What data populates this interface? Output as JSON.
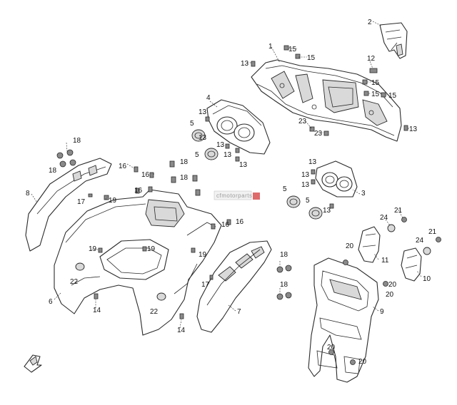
{
  "callouts": [
    {
      "id": "c2",
      "text": "2"
    },
    {
      "id": "c1",
      "text": "1"
    },
    {
      "id": "c15a",
      "text": "15"
    },
    {
      "id": "c15b",
      "text": "15"
    },
    {
      "id": "c13a",
      "text": "13"
    },
    {
      "id": "c12",
      "text": "12"
    },
    {
      "id": "c15c",
      "text": "15"
    },
    {
      "id": "c15d",
      "text": "15"
    },
    {
      "id": "c15e",
      "text": "15"
    },
    {
      "id": "c23a",
      "text": "23"
    },
    {
      "id": "c23b",
      "text": "23"
    },
    {
      "id": "c13b",
      "text": "13"
    },
    {
      "id": "c4",
      "text": "4"
    },
    {
      "id": "c13c",
      "text": "13"
    },
    {
      "id": "c5a",
      "text": "5"
    },
    {
      "id": "c13d",
      "text": "13"
    },
    {
      "id": "c13e",
      "text": "13"
    },
    {
      "id": "c5b",
      "text": "5"
    },
    {
      "id": "c13f",
      "text": "13"
    },
    {
      "id": "c13g",
      "text": "13"
    },
    {
      "id": "c18a",
      "text": "18"
    },
    {
      "id": "c18b",
      "text": "18"
    },
    {
      "id": "c16a",
      "text": "16"
    },
    {
      "id": "c16b",
      "text": "16"
    },
    {
      "id": "c16c",
      "text": "16"
    },
    {
      "id": "c18c",
      "text": "18"
    },
    {
      "id": "c18d",
      "text": "18"
    },
    {
      "id": "c8",
      "text": "8"
    },
    {
      "id": "c17a",
      "text": "17"
    },
    {
      "id": "c19a",
      "text": "19"
    },
    {
      "id": "c13h",
      "text": "13"
    },
    {
      "id": "c13i",
      "text": "13"
    },
    {
      "id": "c13j",
      "text": "13"
    },
    {
      "id": "c5c",
      "text": "5"
    },
    {
      "id": "c5d",
      "text": "5"
    },
    {
      "id": "c3",
      "text": "3"
    },
    {
      "id": "c13k",
      "text": "13"
    },
    {
      "id": "c16d",
      "text": "16"
    },
    {
      "id": "c16e",
      "text": "16"
    },
    {
      "id": "c19b",
      "text": "19"
    },
    {
      "id": "c19c",
      "text": "19"
    },
    {
      "id": "c19d",
      "text": "19"
    },
    {
      "id": "c24a",
      "text": "24"
    },
    {
      "id": "c21a",
      "text": "21"
    },
    {
      "id": "c21b",
      "text": "21"
    },
    {
      "id": "c24b",
      "text": "24"
    },
    {
      "id": "c20a",
      "text": "20"
    },
    {
      "id": "c11",
      "text": "11"
    },
    {
      "id": "c10",
      "text": "10"
    },
    {
      "id": "c22a",
      "text": "22"
    },
    {
      "id": "c6",
      "text": "6"
    },
    {
      "id": "c14a",
      "text": "14"
    },
    {
      "id": "c18e",
      "text": "18"
    },
    {
      "id": "c17b",
      "text": "17"
    },
    {
      "id": "c18f",
      "text": "18"
    },
    {
      "id": "c20b",
      "text": "20"
    },
    {
      "id": "c20c",
      "text": "20"
    },
    {
      "id": "c22b",
      "text": "22"
    },
    {
      "id": "c7",
      "text": "7"
    },
    {
      "id": "c9",
      "text": "9"
    },
    {
      "id": "c14b",
      "text": "14"
    },
    {
      "id": "c20d",
      "text": "20"
    },
    {
      "id": "c20e",
      "text": "20"
    }
  ],
  "watermark": {
    "text": "cfmotorparts"
  },
  "colors": {
    "line": "#2a2a2a",
    "background": "#ffffff",
    "watermark_accent": "#d23a3a"
  },
  "icons": {
    "direction_arrow": "front-arrow-icon"
  }
}
